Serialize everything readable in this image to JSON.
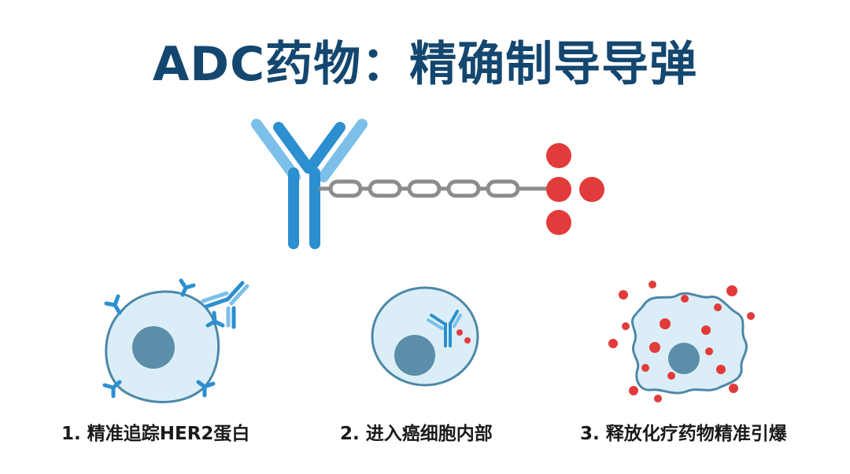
{
  "title": "ADC药物：精确制导导弹",
  "steps": [
    {
      "label": "1. 精准追踪HER2蛋白"
    },
    {
      "label": "2. 进入癌细胞内部"
    },
    {
      "label": "3. 释放化疗药物精准引爆"
    }
  ],
  "colors": {
    "title": "#14476f",
    "antibody": "#2b8fd0",
    "antibody_light": "#7cc0ea",
    "linker": "#8c8c8c",
    "payload": "#e23b3b",
    "cell_fill": "#dbeef7",
    "cell_stroke": "#4e87a8",
    "nucleus": "#5b8ea8"
  },
  "icons": [
    "antibody-icon",
    "linker-chain-icon",
    "payload-cluster-icon",
    "cell-with-receptors-icon",
    "cell-internalized-adc-icon",
    "ruptured-cell-icon"
  ]
}
